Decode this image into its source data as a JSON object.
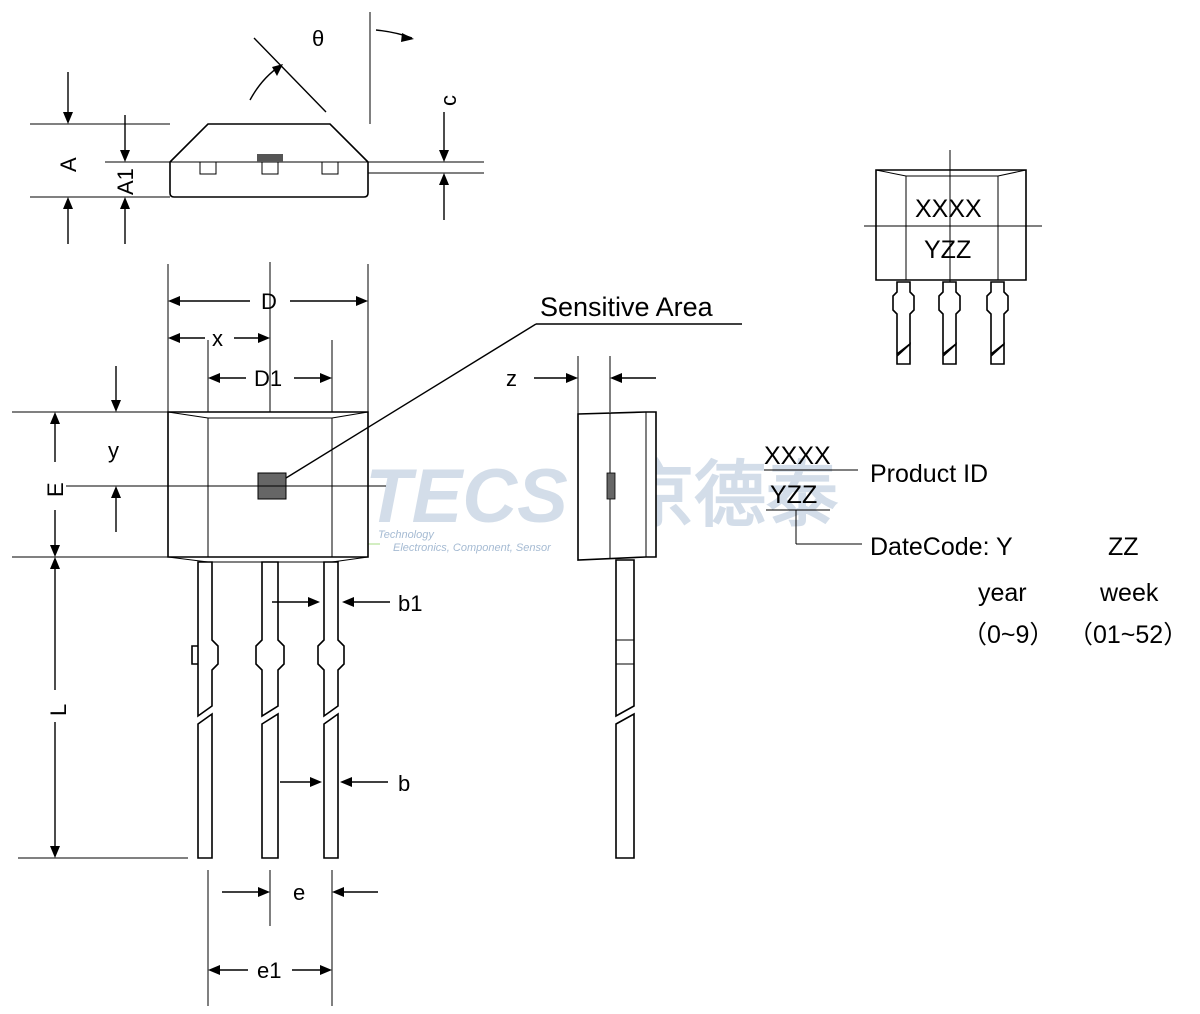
{
  "watermark": {
    "brand": "JDTECS",
    "brand_cn": "京德泰",
    "tagline": "Electronics, Component, Sensor",
    "tagline_small": "Technology",
    "color": "#9fb6cf"
  },
  "dimensions": {
    "theta": "θ",
    "A": "A",
    "A1": "A1",
    "c": "c",
    "D": "D",
    "x": "x",
    "D1": "D1",
    "y": "y",
    "E": "E",
    "L": "L",
    "z": "z",
    "b1": "b1",
    "b": "b",
    "e": "e",
    "e1": "e1"
  },
  "callout": {
    "sensitive_area": "Sensitive Area"
  },
  "marking": {
    "line1": "XXXX",
    "line2": "YZZ",
    "product_id": "Product ID",
    "date_code": "DateCode: Y",
    "zz": "ZZ",
    "year": "year",
    "week": "week",
    "year_range": "（0~9）",
    "week_range": "（01~52）"
  }
}
